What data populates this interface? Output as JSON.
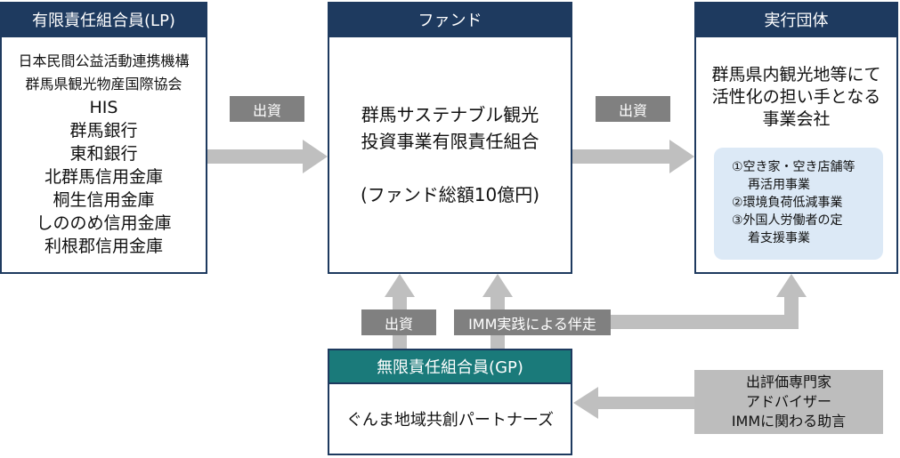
{
  "lp": {
    "title": "有限責任組合員(LP)",
    "members": [
      "日本民間公益活動連携機構",
      "群馬県観光物産国際協会",
      "HIS",
      "群馬銀行",
      "東和銀行",
      "北群馬信用金庫",
      "桐生信用金庫",
      "しののめ信用金庫",
      "利根郡信用金庫"
    ]
  },
  "fund": {
    "title": "ファンド",
    "name_line1": "群馬サステナブル観光",
    "name_line2": "投資事業有限責任組合",
    "total": "(ファンド総額10億円)"
  },
  "exec": {
    "title": "実行団体",
    "desc": [
      "群馬県内観光地等にて",
      "活性化の担い手となる",
      "事業会社"
    ],
    "projects": [
      "①空き家・空き店舗等",
      "再活用事業",
      "②環境負荷低減事業",
      "③外国人労働者の定",
      "着支援事業"
    ]
  },
  "gp": {
    "title": "無限責任組合員(GP)",
    "name": "ぐんま地域共創パートナーズ"
  },
  "advisors": {
    "lines": [
      "出評価専門家",
      "アドバイザー",
      "IMMに関わる助言"
    ]
  },
  "labels": {
    "lp_to_fund": "出資",
    "fund_to_exec": "出資",
    "gp_to_fund": "出資",
    "imm": "IMM実践による伴走"
  },
  "colors": {
    "header_navy": "#1e3a5f",
    "header_teal": "#1a7a7a",
    "arrow_gray": "#bfbfbf",
    "tag_gray": "#808080",
    "panel_blue": "#dce9f6"
  }
}
